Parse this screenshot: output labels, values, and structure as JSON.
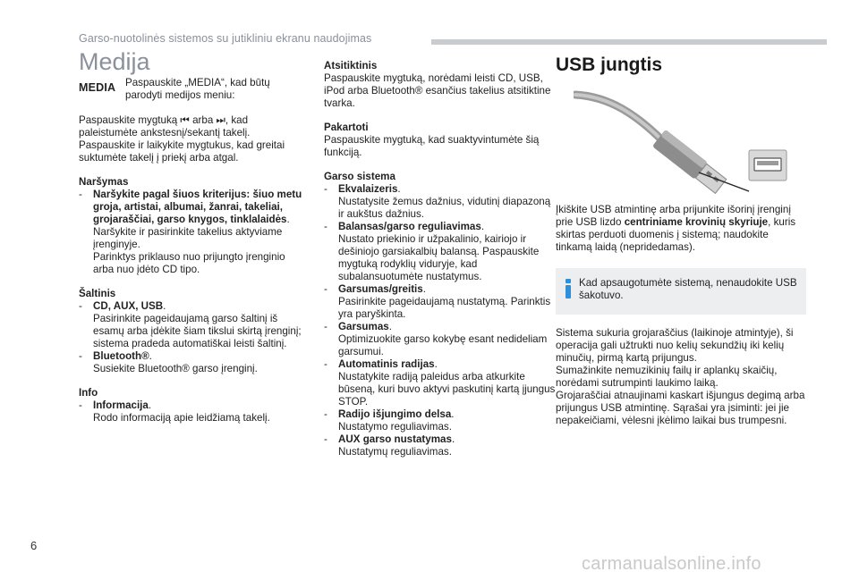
{
  "header": {
    "title": "Garso-nuotolinės sistemos su jutikliniu ekranu naudojimas"
  },
  "col1": {
    "title": "Medija",
    "media_key": "MEDIA",
    "media_text": "Paspauskite „MEDIA“, kad būtų parodyti medijos meniu:",
    "p1": "Paspauskite mygtuką ⏮ arba ⏭, kad paleistumėte ankstesnį/sekantį takelį.",
    "p2": "Paspauskite ir laikykite mygtukus, kad greitai suktumėte takelį į priekį arba atgal.",
    "narsymas_h": "Naršymas",
    "narsymas_item_b": "Naršykite pagal šiuos kriterijus: šiuo metu groja, artistai, albumai, žanrai, takeliai, grojaraščiai, garso knygos, tinklalaidės",
    "narsymas_item_t1": "Naršykite ir pasirinkite takelius aktyviame įrenginyje.",
    "narsymas_item_t2": "Parinktys priklauso nuo prijungto įrenginio arba nuo įdėto CD tipo.",
    "saltinis_h": "Šaltinis",
    "saltinis_item1_b": "CD, AUX, USB",
    "saltinis_item1_t": "Pasirinkite pageidaujamą garso šaltinį iš esamų arba įdėkite šiam tikslui skirtą įrenginį; sistema pradeda automatiškai leisti šaltinį.",
    "saltinis_item2_b": "Bluetooth®",
    "saltinis_item2_t": "Susiekite Bluetooth® garso įrenginį.",
    "info_h": "Info",
    "info_item_b": "Informacija",
    "info_item_t": "Rodo informaciją apie leidžiamą takelį."
  },
  "col2": {
    "atsitiktinis_h": "Atsitiktinis",
    "atsitiktinis_t": "Paspauskite mygtuką, norėdami leisti CD, USB, iPod arba Bluetooth® esančius takelius atsitiktine tvarka.",
    "pakartoti_h": "Pakartoti",
    "pakartoti_t": "Paspauskite mygtuką, kad suaktyvintumėte šią funkciją.",
    "garso_h": "Garso sistema",
    "items": [
      {
        "b": "Ekvalaizeris",
        "t": "Nustatysite žemus dažnius, vidutinį diapazoną ir aukštus dažnius."
      },
      {
        "b": "Balansas/garso reguliavimas",
        "t": "Nustato priekinio ir užpakalinio, kairiojo ir dešiniojo garsiakalbių balansą. Paspauskite mygtuką rodyklių viduryje, kad subalansuotumėte nustatymus."
      },
      {
        "b": "Garsumas/greitis",
        "t": "Pasirinkite pageidaujamą nustatymą. Parinktis yra paryškinta."
      },
      {
        "b": "Garsumas",
        "t": "Optimizuokite garso kokybę esant nedideliam garsumui."
      },
      {
        "b": "Automatinis radijas",
        "t": "Nustatykite radiją paleidus arba atkurkite būseną, kuri buvo aktyvi paskutinį kartą įjungus STOP."
      },
      {
        "b": "Radijo išjungimo delsa",
        "t": "Nustatymo reguliavimas."
      },
      {
        "b": "AUX garso nustatymas",
        "t": "Nustatymų reguliavimas."
      }
    ]
  },
  "col3": {
    "title": "USB jungtis",
    "p1_a": "Įkiškite USB atmintinę arba prijunkite išorinį įrenginį prie USB lizdo ",
    "p1_b": "centriniame krovinių skyriuje",
    "p1_c": ", kuris skirtas perduoti duomenis į sistemą; naudokite tinkamą laidą (nepridedamas).",
    "note": "Kad apsaugotumėte sistemą, nenaudokite USB šakotuvo.",
    "p2": "Sistema sukuria grojaraščius (laikinoje atmintyje), ši operacija gali užtrukti nuo kelių sekundžių iki kelių minučių, pirmą kartą prijungus.",
    "p3": "Sumažinkite nemuzikinių failų ir aplankų skaičių, norėdami sutrumpinti laukimo laiką.",
    "p4": "Grojaraščiai atnaujinami kaskart išjungus degimą arba prijungus USB atmintinę. Sąrašai yra įsiminti: jei jie nepakeičiami, vėlesni įkėlimo laikai bus trumpesni."
  },
  "page_number": "6",
  "watermark": "carmanualsonline.info"
}
